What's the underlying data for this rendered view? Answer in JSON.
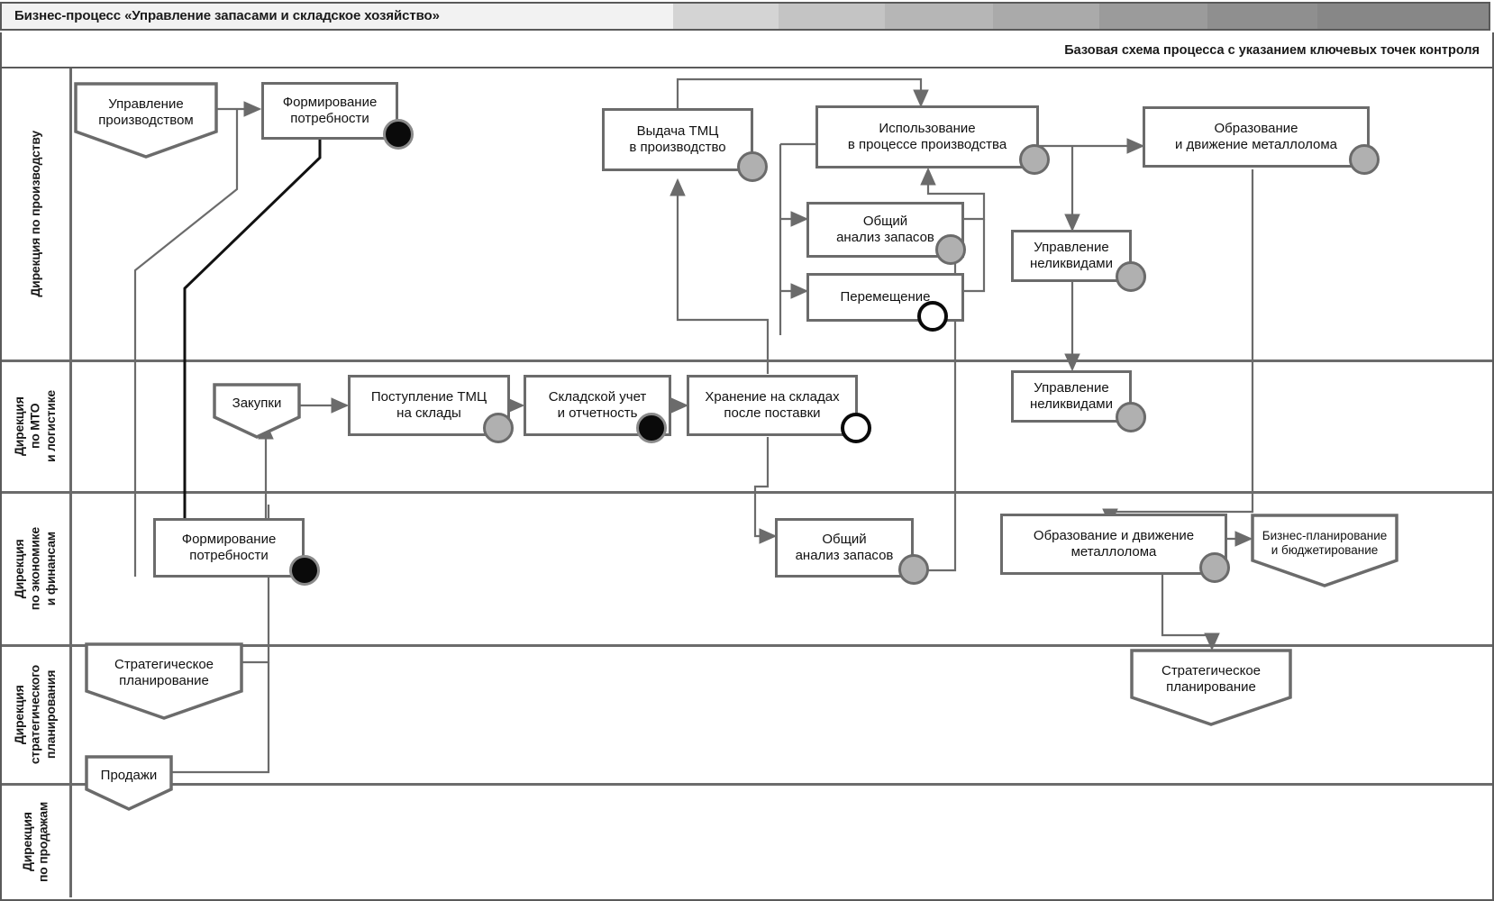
{
  "header": {
    "title": "Бизнес-процесс «Управление запасами и складское хозяйство»",
    "subtitle": "Базовая схема процесса с указанием ключевых точек контроля"
  },
  "lanes": [
    {
      "id": "production",
      "label": "Дирекция по производству"
    },
    {
      "id": "mto",
      "label": "Дирекция\nпо МТО\nи логистике"
    },
    {
      "id": "economics",
      "label": "Дирекция\nпо экономике\nи финансам"
    },
    {
      "id": "strategy",
      "label": "Дирекция\nстратегического\nпланирования"
    },
    {
      "id": "sales",
      "label": "Дирекция\nпо продажам"
    }
  ],
  "nodes": {
    "n1": {
      "label": "Управление\nпроизводством",
      "shape": "pentagon",
      "marker": "none"
    },
    "n2": {
      "label": "Формирование\nпотребности",
      "shape": "rect",
      "marker": "black"
    },
    "n3": {
      "label": "Выдача ТМЦ\nв производство",
      "shape": "rect",
      "marker": "gray"
    },
    "n4": {
      "label": "Использование\nв процессе производства",
      "shape": "rect",
      "marker": "gray"
    },
    "n5": {
      "label": "Образование\nи движение металлолома",
      "shape": "rect",
      "marker": "gray"
    },
    "n6": {
      "label": "Общий\nанализ запасов",
      "shape": "rect",
      "marker": "gray"
    },
    "n7": {
      "label": "Перемещение",
      "shape": "rect",
      "marker": "white"
    },
    "n8": {
      "label": "Управление\nнеликвидами",
      "shape": "rect",
      "marker": "gray"
    },
    "n9": {
      "label": "Закупки",
      "shape": "pentagon",
      "marker": "none"
    },
    "n10": {
      "label": "Поступление ТМЦ\nна склады",
      "shape": "rect",
      "marker": "gray"
    },
    "n11": {
      "label": "Складской учет\nи отчетность",
      "shape": "rect",
      "marker": "black"
    },
    "n12": {
      "label": "Хранение на складах\nпосле поставки",
      "shape": "rect",
      "marker": "white"
    },
    "n13": {
      "label": "Управление\nнеликвидами",
      "shape": "rect",
      "marker": "gray"
    },
    "n14": {
      "label": "Формирование\nпотребности",
      "shape": "rect",
      "marker": "black"
    },
    "n15": {
      "label": "Общий\nанализ запасов",
      "shape": "rect",
      "marker": "gray"
    },
    "n16": {
      "label": "Образование и движение\nметаллолома",
      "shape": "rect",
      "marker": "gray"
    },
    "n17": {
      "label": "Бизнес-планирование\nи бюджетирование",
      "shape": "pentagon",
      "marker": "none"
    },
    "n18": {
      "label": "Стратегическое\nпланирование",
      "shape": "pentagon",
      "marker": "none"
    },
    "n19": {
      "label": "Стратегическое\nпланирование",
      "shape": "pentagon",
      "marker": "none"
    },
    "n20": {
      "label": "Продажи",
      "shape": "pentagon",
      "marker": "none"
    }
  },
  "legend_colors": {
    "marker_black": "#0a0a0a",
    "marker_gray": "#b0b0b0",
    "marker_white": "#ffffff",
    "shape_border": "#6b6b6b",
    "lane_border": "#6b6b6b",
    "frame": "#5a5a5a"
  }
}
